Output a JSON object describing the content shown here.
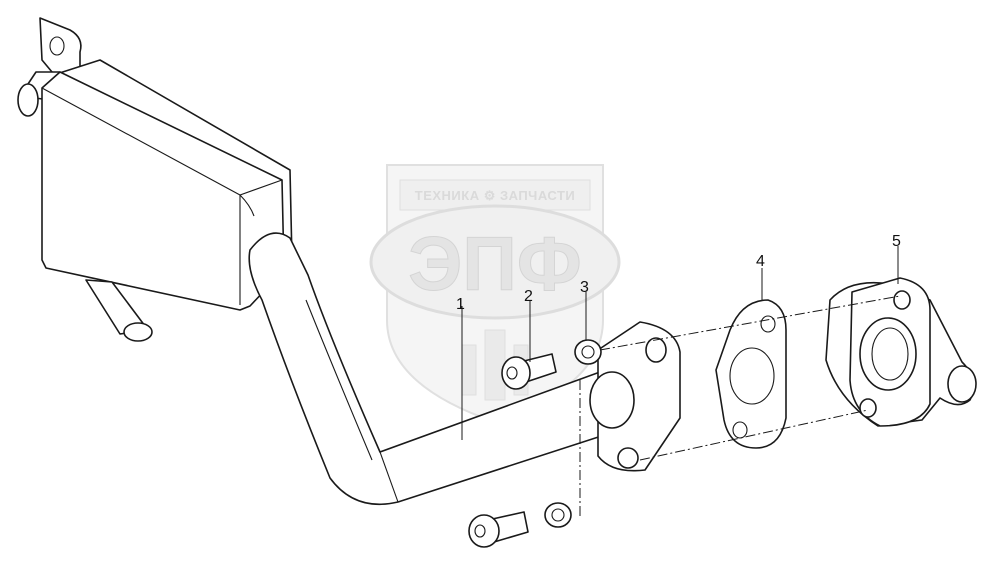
{
  "watermark": {
    "band_text": "ТЕХНИКА ⚙ ЗАПЧАСТИ",
    "logo_text": "ЭПФ"
  },
  "callouts": [
    {
      "label": "1"
    },
    {
      "label": "2"
    },
    {
      "label": "3"
    },
    {
      "label": "4"
    },
    {
      "label": "5"
    }
  ]
}
